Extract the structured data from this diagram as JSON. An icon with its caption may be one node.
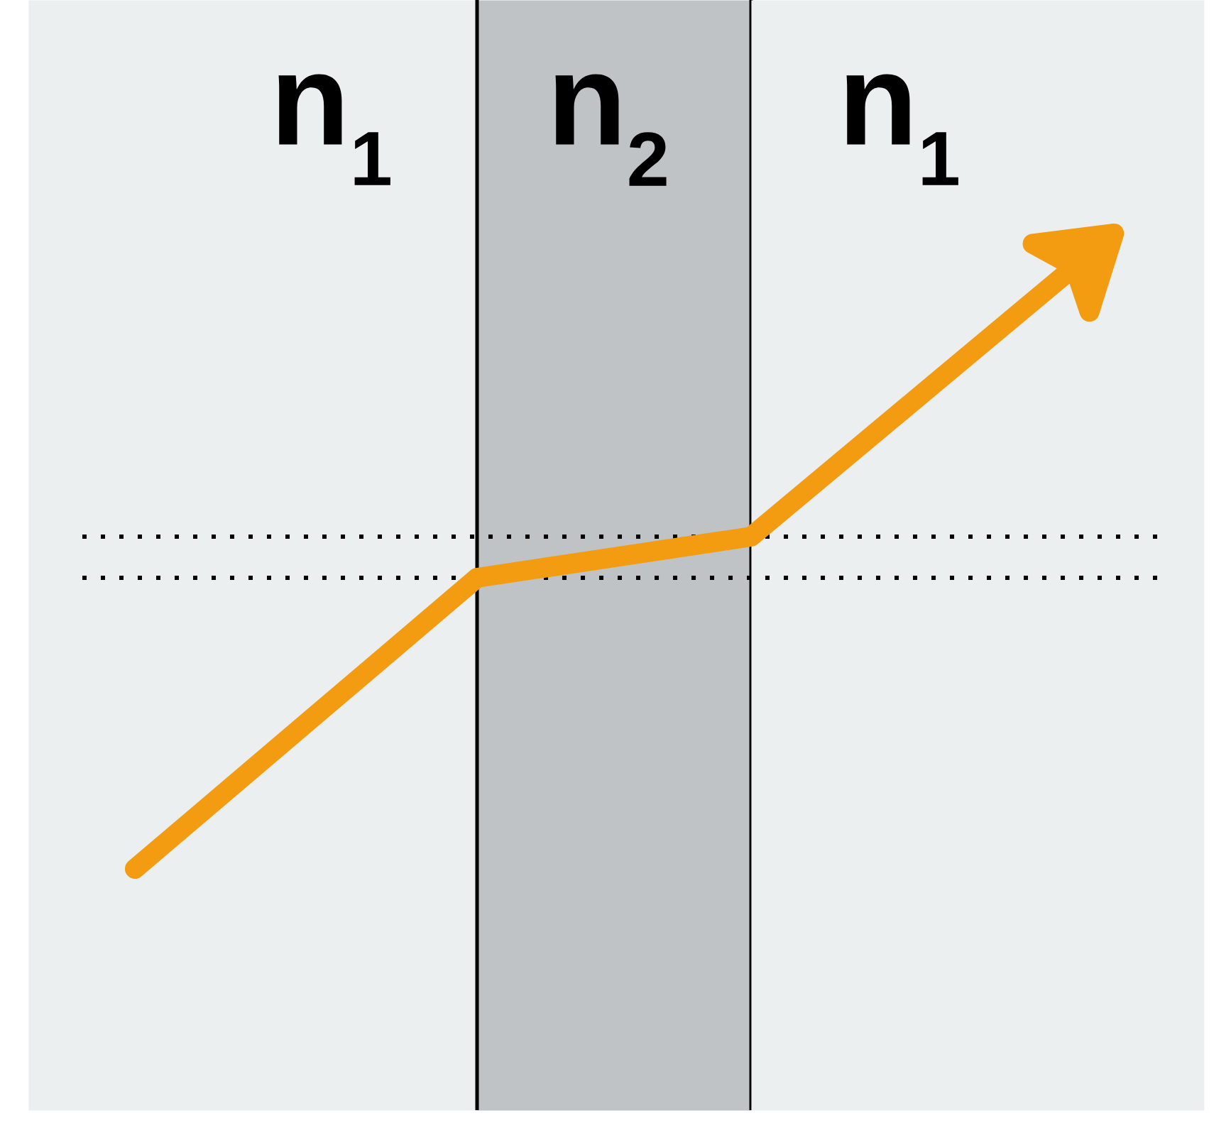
{
  "diagram": {
    "nodes": [
      {
        "text": [
          "n$_{1}$"
        ]
      },
      {
        "text": [
          "n$_{2}$"
        ]
      },
      {
        "text": [
          "n$_{1}$"
        ]
      }
    ],
    "edges": [
      {
        "from": 0,
        "to": 1,
        "arrow": "none"
      },
      {
        "from": 1,
        "to": 2,
        "arrow": "to"
      }
    ]
  }
}
